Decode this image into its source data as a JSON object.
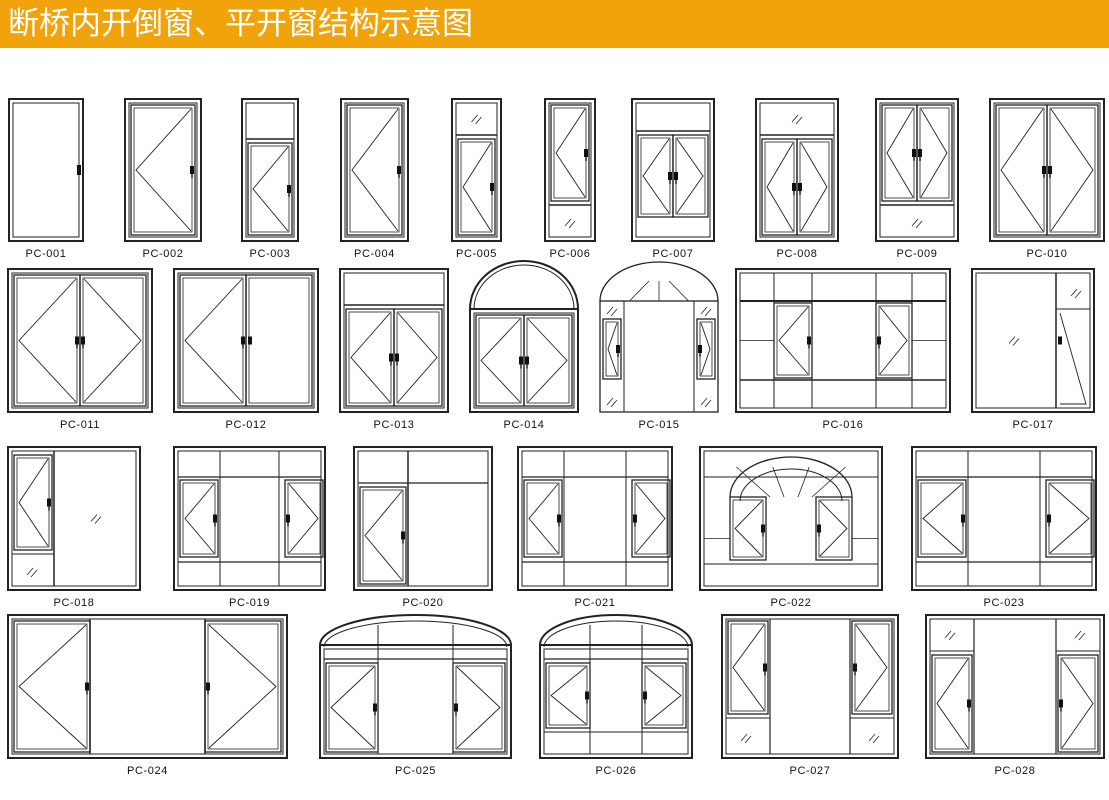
{
  "title": "断桥内开倒窗、平开窗结构示意图",
  "colors": {
    "banner": "#f0a30a",
    "line": "#222222",
    "text": "#111111"
  },
  "windows": [
    {
      "code": "PC-001"
    },
    {
      "code": "PC-002"
    },
    {
      "code": "PC-003"
    },
    {
      "code": "PC-004"
    },
    {
      "code": "PC-005"
    },
    {
      "code": "PC-006"
    },
    {
      "code": "PC-007"
    },
    {
      "code": "PC-008"
    },
    {
      "code": "PC-009"
    },
    {
      "code": "PC-010"
    },
    {
      "code": "PC-011"
    },
    {
      "code": "PC-012"
    },
    {
      "code": "PC-013"
    },
    {
      "code": "PC-014"
    },
    {
      "code": "PC-015"
    },
    {
      "code": "PC-016"
    },
    {
      "code": "PC-017"
    },
    {
      "code": "PC-018"
    },
    {
      "code": "PC-019"
    },
    {
      "code": "PC-020"
    },
    {
      "code": "PC-021"
    },
    {
      "code": "PC-022"
    },
    {
      "code": "PC-023"
    },
    {
      "code": "PC-024"
    },
    {
      "code": "PC-025"
    },
    {
      "code": "PC-026"
    },
    {
      "code": "PC-027"
    },
    {
      "code": "PC-028"
    }
  ]
}
